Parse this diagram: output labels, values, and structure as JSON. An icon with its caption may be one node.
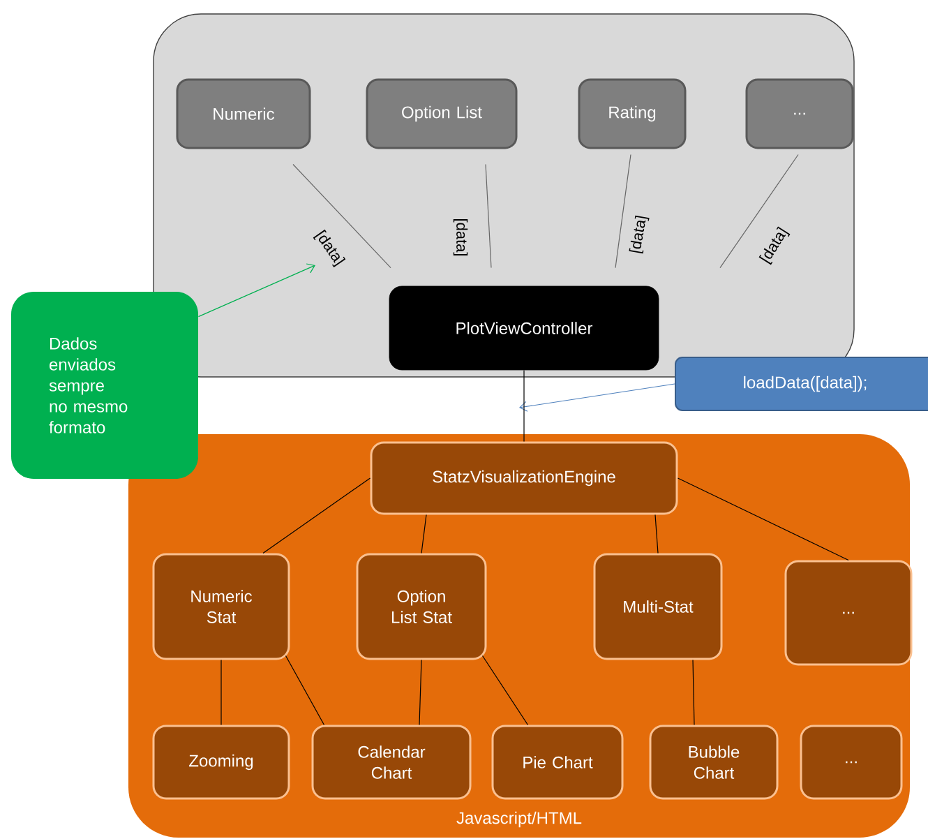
{
  "diagram": {
    "nodes": [
      {
        "text": [],
        "shape": "box"
      },
      {
        "text": [
          "Numeric"
        ],
        "in": 0
      },
      {
        "text": [
          "Option List"
        ],
        "in": 0
      },
      {
        "text": [
          "Rating"
        ],
        "in": 0
      },
      {
        "text": [
          "..."
        ],
        "in": 0
      },
      {
        "text": [
          "PlotViewController"
        ],
        "in": 0
      },
      {
        "text": [
          "Dados enviados sempre no mesmo formato"
        ]
      },
      {
        "text": [
          "loadData([data]);"
        ]
      },
      {
        "text": [
          "Javascript/HTML"
        ]
      },
      {
        "text": [
          "StatzVisualizationEngine"
        ],
        "in": 8
      },
      {
        "text": [
          "Numeric Stat"
        ],
        "in": 8
      },
      {
        "text": [
          "Option List Stat"
        ],
        "in": 8
      },
      {
        "text": [
          "Multi-Stat"
        ],
        "in": 8
      },
      {
        "text": [
          "..."
        ],
        "in": 8
      },
      {
        "text": [
          "Zooming"
        ],
        "in": 8
      },
      {
        "text": [
          "Calendar Chart"
        ],
        "in": 8
      },
      {
        "text": [
          "Pie Chart"
        ],
        "in": 8
      },
      {
        "text": [
          "Bubble Chart"
        ],
        "in": 8
      },
      {
        "text": [
          "..."
        ],
        "in": 8
      }
    ],
    "edges": [
      {
        "from": 1,
        "to": 5,
        "arrow": "none",
        "label": "[data]",
        "color": "#666666"
      },
      {
        "from": 2,
        "to": 5,
        "arrow": "none",
        "label": "[data]",
        "color": "#666666"
      },
      {
        "from": 3,
        "to": 5,
        "arrow": "none",
        "label": "[data]",
        "color": "#666666"
      },
      {
        "from": 4,
        "to": 5,
        "arrow": "none",
        "label": "[data]",
        "color": "#666666"
      },
      {
        "from": 6,
        "to": null,
        "arrow": "to",
        "color": "#00b050"
      },
      {
        "from": 7,
        "to": null,
        "arrow": "to",
        "color": "#4f81bd"
      },
      {
        "from": 5,
        "to": 9,
        "arrow": "none"
      },
      {
        "from": 9,
        "to": 10,
        "arrow": "none"
      },
      {
        "from": 9,
        "to": 11,
        "arrow": "none"
      },
      {
        "from": 9,
        "to": 12,
        "arrow": "none"
      },
      {
        "from": 9,
        "to": 13,
        "arrow": "none"
      },
      {
        "from": 10,
        "to": 14,
        "arrow": "none"
      },
      {
        "from": 10,
        "to": 15,
        "arrow": "none"
      },
      {
        "from": 11,
        "to": 15,
        "arrow": "none"
      },
      {
        "from": 11,
        "to": 16,
        "arrow": "none"
      },
      {
        "from": 12,
        "to": 17,
        "arrow": "none"
      }
    ]
  }
}
